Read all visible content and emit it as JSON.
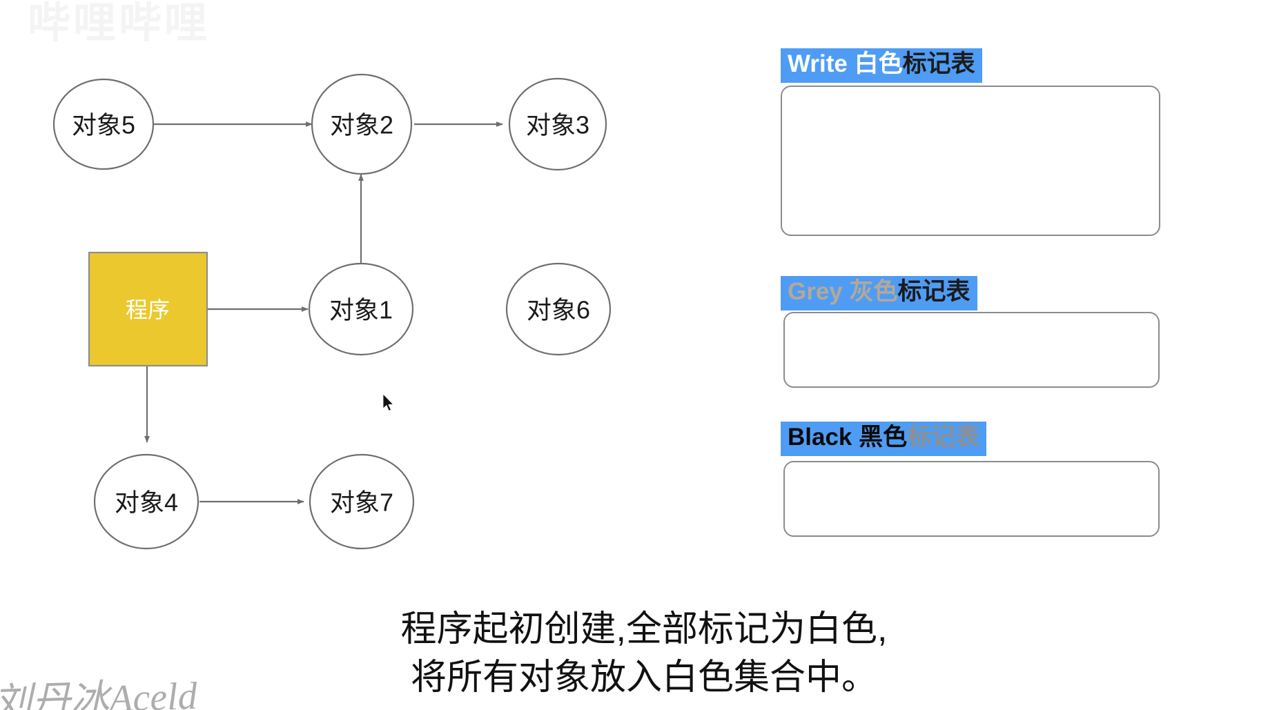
{
  "watermarks": {
    "top": "哔哩哔哩",
    "bottom": "刘丹冰Aceld"
  },
  "graph": {
    "program_node": {
      "label": "程序",
      "shape": "rectangle",
      "fill": "#EBC92E"
    },
    "nodes": [
      {
        "id": "obj5",
        "label": "对象5"
      },
      {
        "id": "obj2",
        "label": "对象2"
      },
      {
        "id": "obj3",
        "label": "对象3"
      },
      {
        "id": "obj1",
        "label": "对象1"
      },
      {
        "id": "obj6",
        "label": "对象6"
      },
      {
        "id": "obj4",
        "label": "对象4"
      },
      {
        "id": "obj7",
        "label": "对象7"
      }
    ],
    "edges": [
      {
        "from": "obj5",
        "to": "obj2"
      },
      {
        "from": "obj2",
        "to": "obj3"
      },
      {
        "from": "obj1",
        "to": "obj2"
      },
      {
        "from": "程序",
        "to": "obj1"
      },
      {
        "from": "程序",
        "to": "obj4"
      },
      {
        "from": "obj4",
        "to": "obj7"
      }
    ]
  },
  "mark_tables": {
    "accent_color": "#4f9cf4",
    "items": [
      {
        "id": "white",
        "lead": "Write 白色",
        "tail": "标记表",
        "lead_color": "#ffffff",
        "tail_color": "#1b1b1b",
        "entries": []
      },
      {
        "id": "grey",
        "lead": "Grey 灰色",
        "tail": "标记表",
        "lead_color": "#b3a997",
        "tail_color": "#1b1b1b",
        "entries": []
      },
      {
        "id": "black",
        "lead": "Black 黑色",
        "tail": "标记表",
        "lead_color": "#0b0b0b",
        "tail_color": "#8f8f8f",
        "entries": []
      }
    ]
  },
  "caption": {
    "line1": "程序起初创建,全部标记为白色,",
    "line2": "将所有对象放入白色集合中。"
  }
}
